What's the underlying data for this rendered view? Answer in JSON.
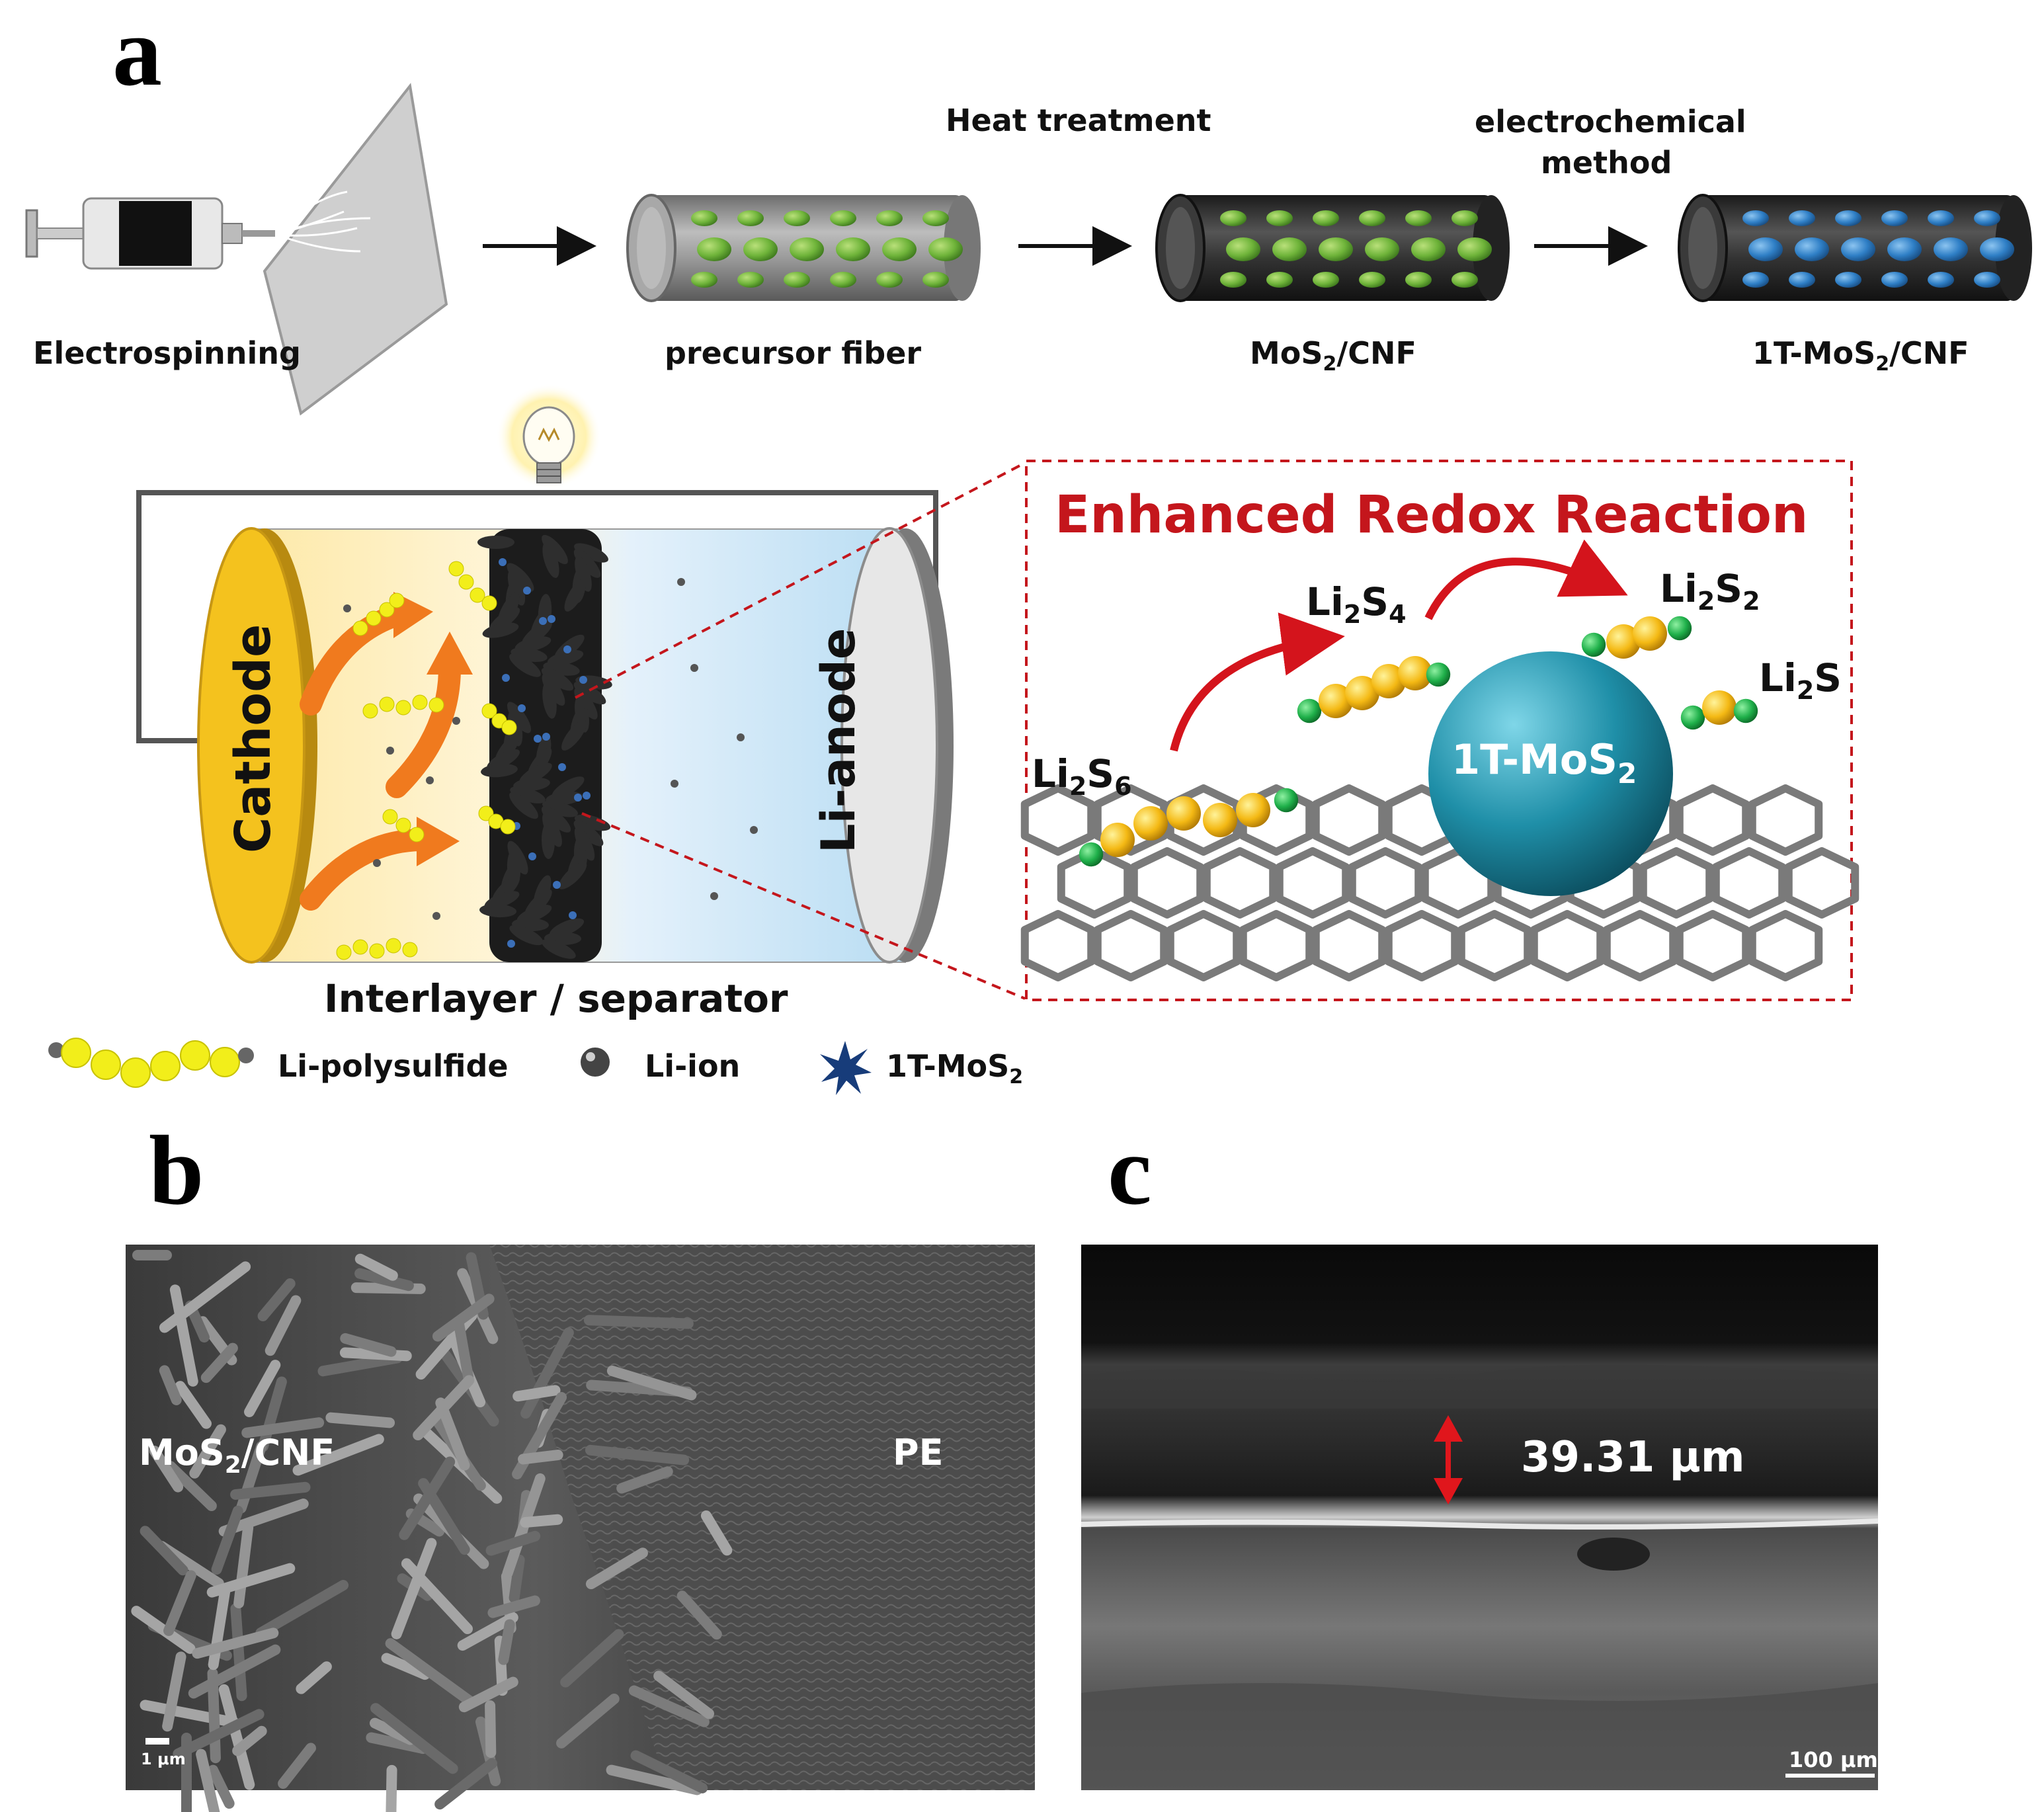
{
  "panel_labels": {
    "a": "a",
    "b": "b",
    "c": "c"
  },
  "process": {
    "step1": "Electrospinning",
    "step2": "precursor fiber",
    "step3_prefix": "MoS",
    "step3_sub": "2",
    "step3_suffix": "/CNF",
    "step4_prefix": "1T-MoS",
    "step4_sub": "2",
    "step4_suffix": "/CNF",
    "arrow2_label": "Heat treatment",
    "arrow3_label_line1": "electrochemical",
    "arrow3_label_line2": "method"
  },
  "cell": {
    "cathode": "Cathode",
    "anode": "Li-anode",
    "interlayer": "Interlayer / separator"
  },
  "legend": {
    "polysulfide": "Li-polysulfide",
    "li_ion": "Li-ion",
    "mos2_prefix": "1T-MoS",
    "mos2_sub": "2"
  },
  "inset": {
    "title": "Enhanced Redox Reaction",
    "li2s6_a": "Li",
    "li2s6_b": "2",
    "li2s6_c": "S",
    "li2s6_d": "6",
    "li2s4_a": "Li",
    "li2s4_b": "2",
    "li2s4_c": "S",
    "li2s4_d": "4",
    "li2s2_a": "Li",
    "li2s2_b": "2",
    "li2s2_c": "S",
    "li2s2_d": "2",
    "li2s_a": "Li",
    "li2s_b": "2",
    "li2s_c": "S",
    "sphere_prefix": "1T-MoS",
    "sphere_sub": "2"
  },
  "sem_b": {
    "left_prefix": "MoS",
    "left_sub": "2",
    "left_suffix": "/CNF",
    "right_label": "PE",
    "scale": "1 μm"
  },
  "sem_c": {
    "thickness": "39.31 μm",
    "scale": "100 μm"
  },
  "colors": {
    "green_particle": "#6fb43a",
    "blue_particle": "#2f7fc6",
    "cathode_yellow": "#f4c21e",
    "arrow_orange": "#f07a1e",
    "polysulfide_yellow": "#f2ee1a",
    "inset_red": "#c4161c",
    "sphere_teal": "#1f8fa8"
  }
}
